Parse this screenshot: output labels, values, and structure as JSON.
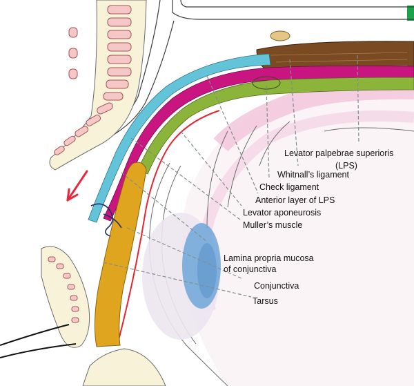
{
  "diagram": {
    "labels": {
      "lps_line1": "Levator palpebrae superioris",
      "lps_line2": "(LPS)",
      "whitnall": "Whitnall’s ligament",
      "check": "Check ligament",
      "anterior_lps": "Anterior layer of LPS",
      "aponeurosis": "Levator aponeurosis",
      "muller": "Muller’s muscle",
      "lamina_line1": "Lamina propria mucosa",
      "lamina_line2": "of conjunctiva",
      "conjunctiva": "Conjunctiva",
      "tarsus": "Tarsus"
    },
    "colors": {
      "lps_muscle": "#7a4b22",
      "aponeurosis": "#8cb33a",
      "muller": "#c8157f",
      "anterior_layer": "#63c3d8",
      "tarsus": "#e0a51e",
      "conjunctiva_line": "#e8242c",
      "iris": "#6fa6d8",
      "pink_tissue": "#f2c6dc",
      "leader_lines": "#7f8f8b",
      "arrow": "#e8283c",
      "corner_tag": "#1aa34a"
    }
  }
}
